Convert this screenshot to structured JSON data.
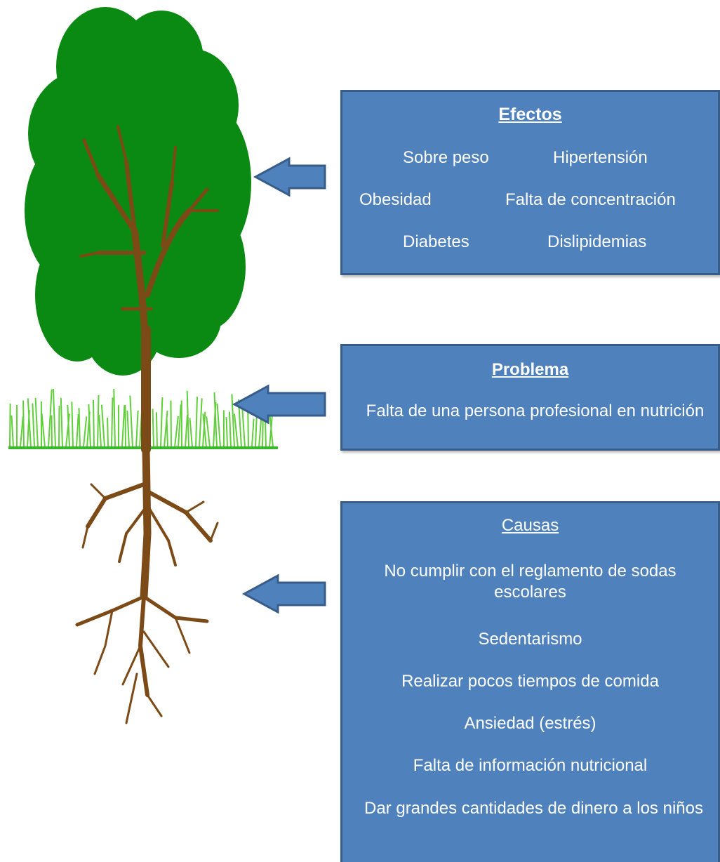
{
  "colors": {
    "box_fill": "#4f81bd",
    "box_border": "#385d8a",
    "text": "#ffffff",
    "foliage": "#0a8a12",
    "trunk": "#7b4a17",
    "grass": "#5fcf3a"
  },
  "icons": [
    "arrow-left-icon",
    "tree-icon"
  ],
  "effects": {
    "title": "Efectos",
    "items": [
      "Sobre peso",
      "Hipertensión",
      "Obesidad",
      "Falta de concentración",
      "Diabetes",
      "Dislipidemias"
    ]
  },
  "problem": {
    "title": "Problema",
    "text": "Falta de una persona profesional en nutrición"
  },
  "causes": {
    "title": "Causas",
    "items": [
      "No cumplir con el reglamento de sodas escolares",
      "Sedentarismo",
      "Realizar pocos tiempos de comida",
      "Ansiedad (estrés)",
      "Falta de información nutricional",
      "Dar grandes cantidades de dinero a los niños"
    ]
  }
}
